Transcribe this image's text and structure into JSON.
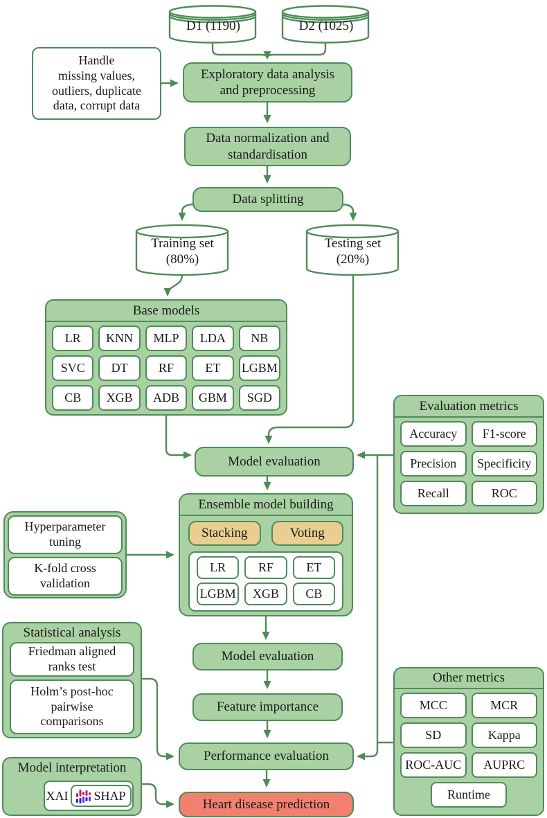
{
  "colors": {
    "green_fill": "#a9d1a3",
    "green_border": "#4f8b58",
    "tan_fill": "#e8cf90",
    "red_fill": "#f1806e",
    "text": "#1a1a1a"
  },
  "datasets": {
    "d1": "D1 (1190)",
    "d2": "D2 (1025)"
  },
  "preprocess_note": "Handle\nmissing values,\noutliers, duplicate\ndata, corrupt data",
  "eda": "Exploratory data analysis\nand preprocessing",
  "normalization": "Data normalization and\nstandardisation",
  "data_splitting": "Data splitting",
  "training_set": "Training set\n(80%)",
  "testing_set": "Testing set\n(20%)",
  "base_models": {
    "title": "Base models",
    "rows": [
      [
        "LR",
        "KNN",
        "MLP",
        "LDA",
        "NB"
      ],
      [
        "SVC",
        "DT",
        "RF",
        "ET",
        "LGBM"
      ],
      [
        "CB",
        "XGB",
        "ADB",
        "GBM",
        "SGD"
      ]
    ]
  },
  "evaluation_metrics": {
    "title": "Evaluation metrics",
    "rows": [
      [
        "Accuracy",
        "F1-score"
      ],
      [
        "Precision",
        "Specificity"
      ],
      [
        "Recall",
        "ROC"
      ]
    ]
  },
  "model_evaluation_1": "Model evaluation",
  "ensemble": {
    "title": "Ensemble model building",
    "methods": [
      "Stacking",
      "Voting"
    ],
    "rows": [
      [
        "LR",
        "RF",
        "ET"
      ],
      [
        "LGBM",
        "XGB",
        "CB"
      ]
    ]
  },
  "tuning": {
    "hyperparameter": "Hyperparameter\ntuning",
    "kfold": "K-fold cross\nvalidation"
  },
  "statistical_analysis": {
    "title": "Statistical analysis",
    "tests": [
      "Friedman aligned\nranks test",
      "Holm’s post-hoc\npairwise\ncomparisons"
    ]
  },
  "model_evaluation_2": "Model evaluation",
  "feature_importance": "Feature importance",
  "performance_evaluation": "Performance evaluation",
  "other_metrics": {
    "title": "Other metrics",
    "rows": [
      [
        "MCC",
        "MCR"
      ],
      [
        "SD",
        "Kappa"
      ],
      [
        "ROC-AUC",
        "AUPRC"
      ]
    ],
    "last": "Runtime"
  },
  "interpretation": {
    "title": "Model interpretation",
    "xai": "XAI",
    "shap": "SHAP",
    "shap_icon": "shap-beeswarm-icon"
  },
  "prediction": "Heart disease prediction"
}
